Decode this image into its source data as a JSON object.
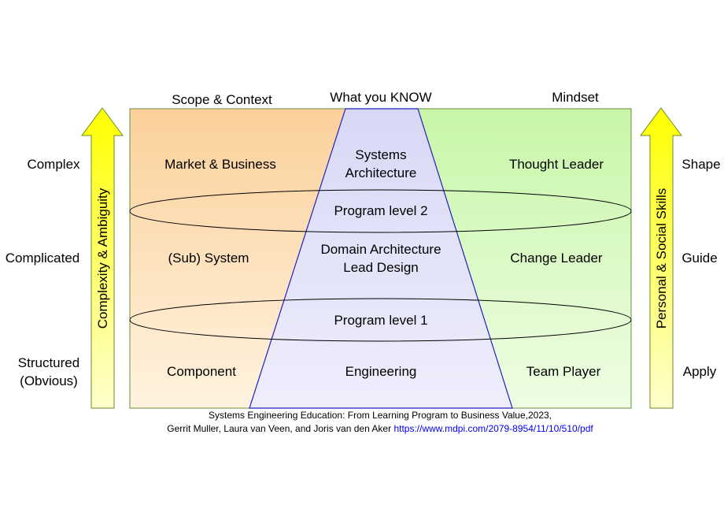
{
  "headers": {
    "scope": "Scope & Context",
    "know": "What you KNOW",
    "mindset": "Mindset"
  },
  "left_levels": [
    "Complex",
    "Complicated",
    "Structured",
    "(Obvious)"
  ],
  "right_levels": [
    "Shape",
    "Guide",
    "Apply"
  ],
  "left_arrow_label": "Complexity & Ambiguity",
  "right_arrow_label": "Personal & Social Skills",
  "scope_items": [
    "Market & Business",
    "(Sub) System",
    "Component"
  ],
  "know_items": {
    "top": [
      "Systems",
      "Architecture"
    ],
    "program2": "Program level 2",
    "middle": [
      "Domain Architecture",
      "Lead Design"
    ],
    "program1": "Program level 1",
    "bottom": "Engineering"
  },
  "mindset_items": [
    "Thought Leader",
    "Change Leader",
    "Team Player"
  ],
  "citation": {
    "line1": "Systems Engineering Education: From Learning Program to Business Value,2023,",
    "line2": "Gerrit Muller, Laura van Veen, and Joris van den Aker ",
    "url": "https://www.mdpi.com/2079-8954/11/10/510/pdf"
  },
  "colors": {
    "scope_gradient": [
      "#fbd09a",
      "#fff3df"
    ],
    "mindset_gradient": [
      "#c8f6a8",
      "#eefde4"
    ],
    "trapezoid": "#e4e4f9",
    "trapezoid_stroke": "#2020c0",
    "arrow_gradient": [
      "#ffff00",
      "#ffffcc"
    ],
    "frame": "#6a8f3a"
  }
}
